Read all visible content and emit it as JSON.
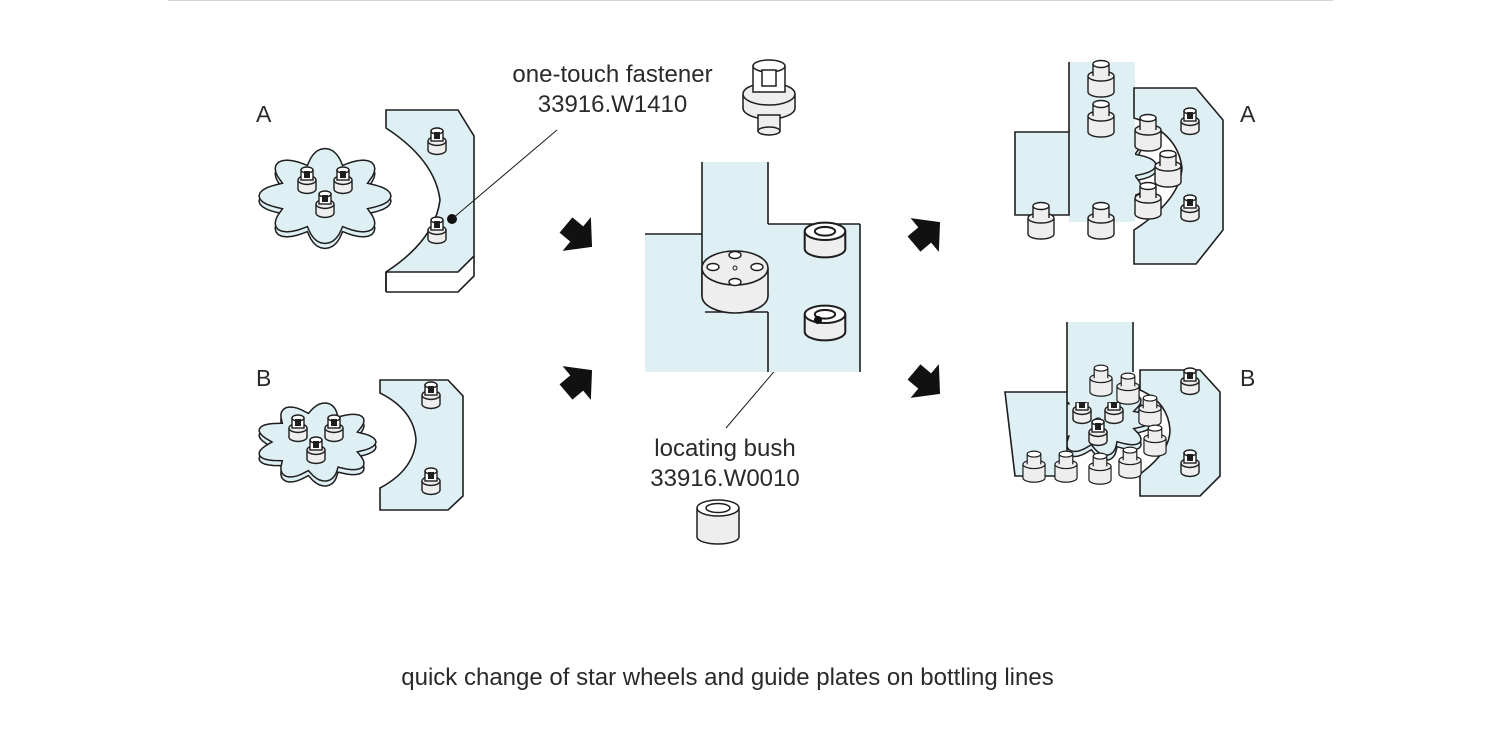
{
  "labels": {
    "a_left": "A",
    "b_left": "B",
    "a_right": "A",
    "b_right": "B"
  },
  "callouts": {
    "fastener_name": "one-touch fastener",
    "fastener_code": "33916.W1410",
    "bush_name": "locating bush",
    "bush_code": "33916.W0010"
  },
  "caption": "quick change of star wheels and guide plates on bottling lines",
  "colors": {
    "plate_fill": "#dff0f4",
    "line": "#1e1e1e",
    "part_fill": "#eeeeee",
    "arrow": "#111111"
  }
}
